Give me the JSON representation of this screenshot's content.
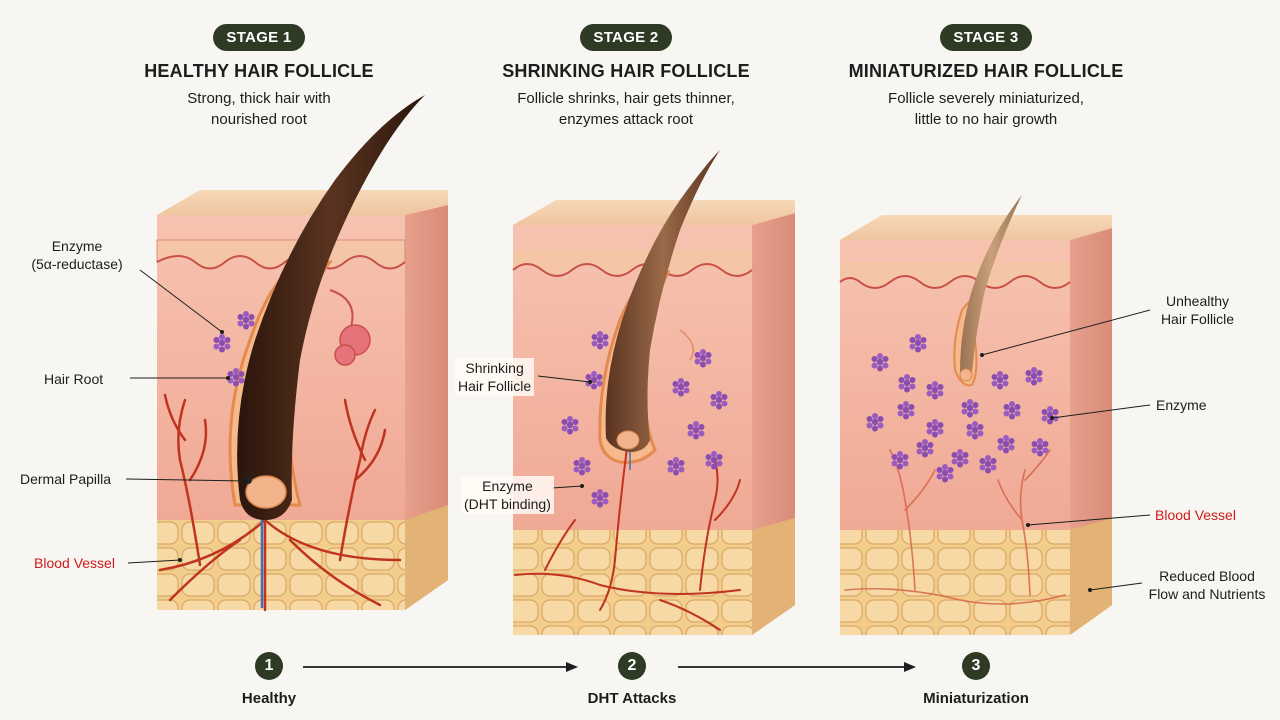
{
  "stages": [
    {
      "badge": "STAGE 1",
      "title": "HEALTHY HAIR FOLLICLE",
      "desc": [
        "Strong, thick hair with",
        "nourished root"
      ]
    },
    {
      "badge": "STAGE 2",
      "title": "SHRINKING HAIR FOLLICLE",
      "desc": [
        "Follicle shrinks, hair gets thinner,",
        "enzymes attack root"
      ]
    },
    {
      "badge": "STAGE 3",
      "title": "MINIATURIZED HAIR FOLLICLE",
      "desc": [
        "Follicle severely miniaturized,",
        "little to no hair growth"
      ]
    }
  ],
  "labels": {
    "s1_enzyme": [
      "Enzyme",
      "(5α-reductase)"
    ],
    "s1_hair_root": "Hair Root",
    "s1_dermal_papilla": "Dermal Papilla",
    "s1_blood_vessel": "Blood Vessel",
    "s2_shrinking": [
      "Shrinking",
      "Hair Follicle"
    ],
    "s2_enzyme": [
      "Enzyme",
      "(DHT binding)"
    ],
    "s3_unhealthy": [
      "Unhealthy",
      "Hair Follicle"
    ],
    "s3_enzyme": "Enzyme",
    "s3_blood_vessel": "Blood Vessel",
    "s3_reduced": [
      "Reduced Blood",
      "Flow and Nutrients"
    ]
  },
  "steps": [
    {
      "num": "1",
      "label": "Healthy"
    },
    {
      "num": "2",
      "label": "DHT Attacks"
    },
    {
      "num": "3",
      "label": "Miniaturization"
    }
  ],
  "colors": {
    "badge": "#2f3a24",
    "red_label": "#cc1b1b",
    "skin": "#f4b8a4",
    "fat": "#f2cd8c",
    "hair": "#3a2014",
    "vessel": "#cc3a22",
    "enzyme": "#8a4db0"
  }
}
